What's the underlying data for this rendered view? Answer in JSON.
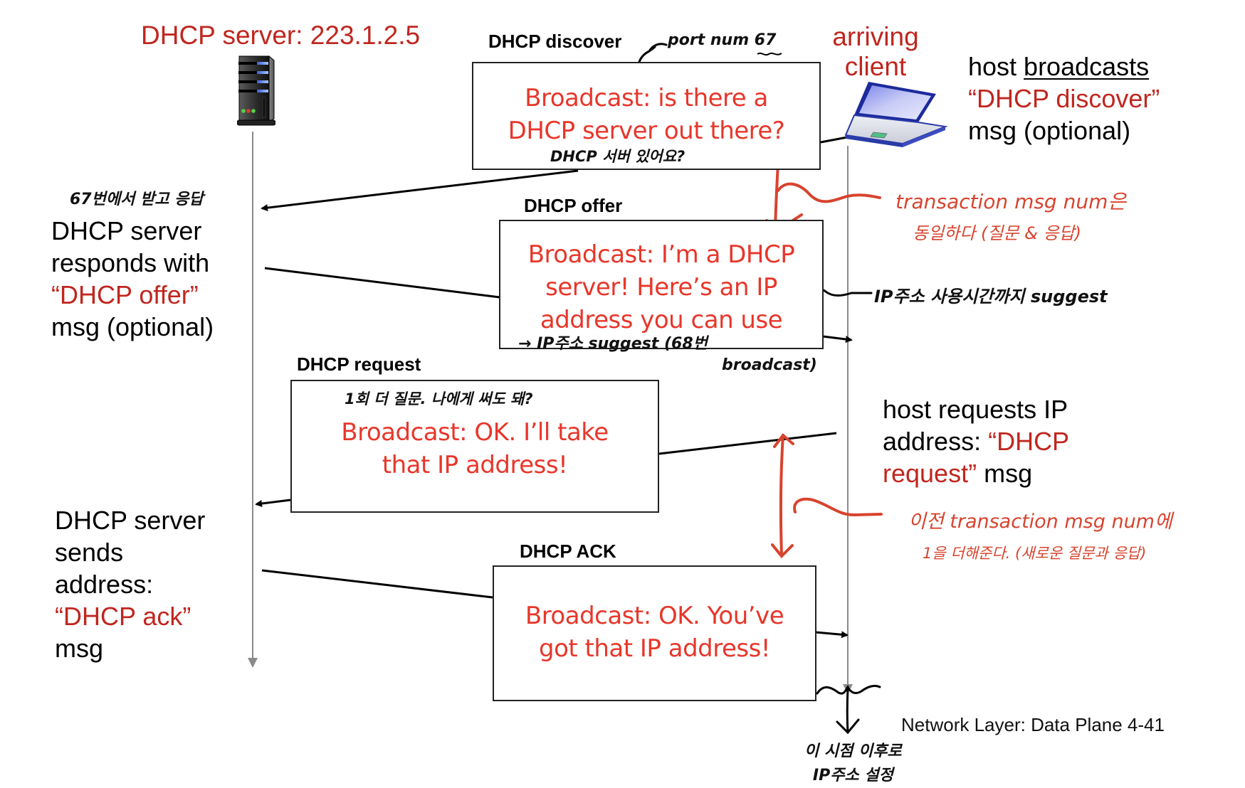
{
  "server": {
    "title": "DHCP server: 223.1.2.5",
    "icon": "server-tower-icon"
  },
  "client": {
    "title_line1": "arriving",
    "title_line2": "client",
    "icon": "laptop-icon"
  },
  "messages": [
    {
      "label": "DHCP discover",
      "box_lines": [
        "Broadcast: is there a",
        "DHCP server out there?"
      ],
      "direction": "client-to-server"
    },
    {
      "label": "DHCP offer",
      "box_lines": [
        "Broadcast: I’m a DHCP",
        "server! Here’s an IP",
        "address you can use"
      ],
      "direction": "server-to-client"
    },
    {
      "label": "DHCP request",
      "box_lines": [
        "Broadcast: OK.  I’ll take",
        "that IP address!"
      ],
      "direction": "client-to-server"
    },
    {
      "label": "DHCP ACK",
      "box_lines": [
        "Broadcast: OK.  You’ve",
        "got that IP address!"
      ],
      "direction": "server-to-client"
    }
  ],
  "descriptions": {
    "discover": {
      "line1_prefix": "host ",
      "line1_underlined": "broadcasts",
      "line2": "“DHCP discover”",
      "line3": "msg (optional)"
    },
    "offer": {
      "line1": "DHCP server",
      "line2": "responds with",
      "line3": "“DHCP offer”",
      "line4": "msg (optional)"
    },
    "request": {
      "line1": "host requests IP",
      "line2_prefix": "address: ",
      "line2_red": "“DHCP",
      "line3_red": "request”",
      "line3_suffix": " msg"
    },
    "ack": {
      "line1": "DHCP server",
      "line2": "sends",
      "line3": "address:",
      "line4": "“DHCP ack”",
      "line5": "msg"
    }
  },
  "annotations": {
    "port_num": "port num 67",
    "discover_korean": "DHCP 서버 있어요?",
    "server_receive": "67번에서 받고 응답",
    "transaction_same_line1": "transaction msg num은",
    "transaction_same_line2": "동일하다 (질문 & 응답)",
    "ip_suggest_time": "IP주소 사용시간까지 suggest",
    "offer_suggest_line1": "→ IP주소 suggest (68번",
    "offer_suggest_line2": "broadcast)",
    "request_korean": "1회 더 질문. 나에게 써도 돼?",
    "transaction_plus_line1": "이전 transaction msg num에",
    "transaction_plus_line2": "1을 더해준다. (새로운 질문과 응답)",
    "after_this_line1": "이 시점 이후로",
    "after_this_line2": "IP주소 설정"
  },
  "footer": {
    "text": "Network Layer: Data Plane  4-41"
  },
  "colors": {
    "slide_red": "#c0261f",
    "box_text_red": "#e8362a",
    "handwriting_red": "#d8432e",
    "lifeline_gray": "#8a8a8a"
  }
}
